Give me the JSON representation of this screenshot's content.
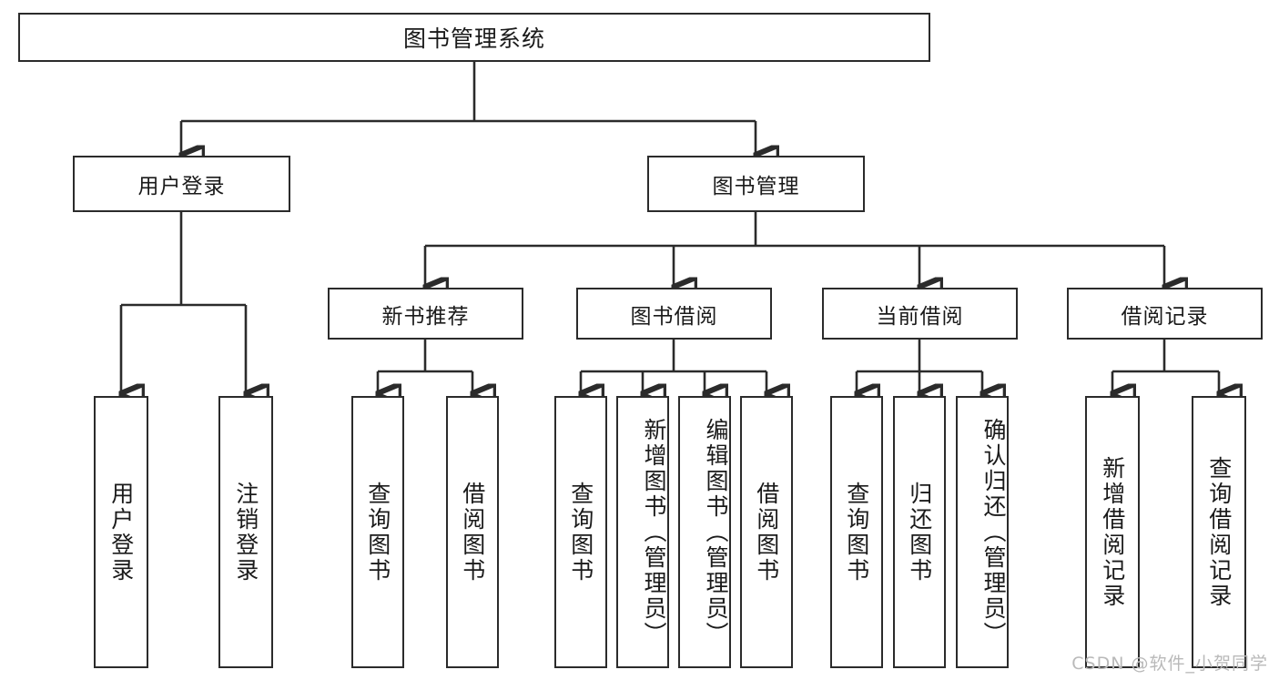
{
  "diagram": {
    "type": "tree-hierarchy",
    "title": "图书管理系统",
    "watermark": "CSDN @软件_小贺同学",
    "colors": {
      "stroke": "#2b2b2b",
      "fill": "#ffffff",
      "text": "#1a1a1a",
      "watermark": "#b9b9b9"
    },
    "nodes": {
      "root": {
        "label": "图书管理系统"
      },
      "level1": [
        {
          "label": "用户登录"
        },
        {
          "label": "图书管理"
        }
      ],
      "level2": [
        {
          "label": "新书推荐"
        },
        {
          "label": "图书借阅"
        },
        {
          "label": "当前借阅"
        },
        {
          "label": "借阅记录"
        }
      ],
      "leaves": {
        "user_login": [
          {
            "label": "用户登录"
          },
          {
            "label": "注销登录"
          }
        ],
        "new_book": [
          {
            "label": "查询图书"
          },
          {
            "label": "借阅图书"
          }
        ],
        "borrow_book": [
          {
            "label": "查询图书"
          },
          {
            "label": "新增图书（管理员）"
          },
          {
            "label": "编辑图书（管理员）"
          },
          {
            "label": "借阅图书"
          }
        ],
        "current_borrow": [
          {
            "label": "查询图书"
          },
          {
            "label": "归还图书"
          },
          {
            "label": "确认归还（管理员）"
          }
        ],
        "borrow_record": [
          {
            "label": "新增借阅记录"
          },
          {
            "label": "查询借阅记录"
          }
        ]
      }
    }
  }
}
